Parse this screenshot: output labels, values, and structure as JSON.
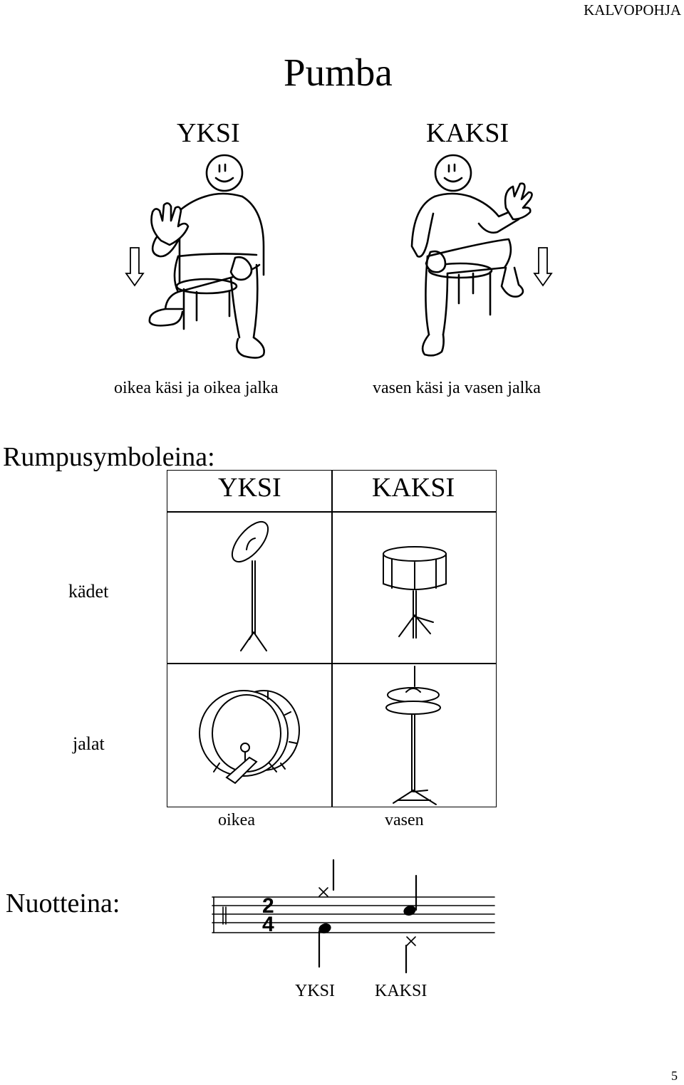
{
  "header": {
    "label": "KALVOPOHJA"
  },
  "title": "Pumba",
  "figures": {
    "left": {
      "label": "YKSI",
      "caption": "oikea käsi ja oikea jalka"
    },
    "right": {
      "label": "KAKSI",
      "caption": "vasen käsi ja vasen jalka"
    }
  },
  "drum_section": {
    "heading": "Rumpusymboleina:",
    "columns": [
      "YKSI",
      "KAKSI"
    ],
    "rows": [
      {
        "label": "kädet",
        "yksi": "ride-cymbal",
        "kaksi": "snare-drum"
      },
      {
        "label": "jalat",
        "yksi": "bass-drum",
        "kaksi": "hi-hat"
      }
    ],
    "foot_labels": [
      "oikea",
      "vasen"
    ]
  },
  "notation": {
    "heading": "Nuotteina:",
    "time_signature": {
      "top": "2",
      "bottom": "4"
    },
    "beat_labels": [
      "YKSI",
      "KAKSI"
    ]
  },
  "page_number": "5"
}
